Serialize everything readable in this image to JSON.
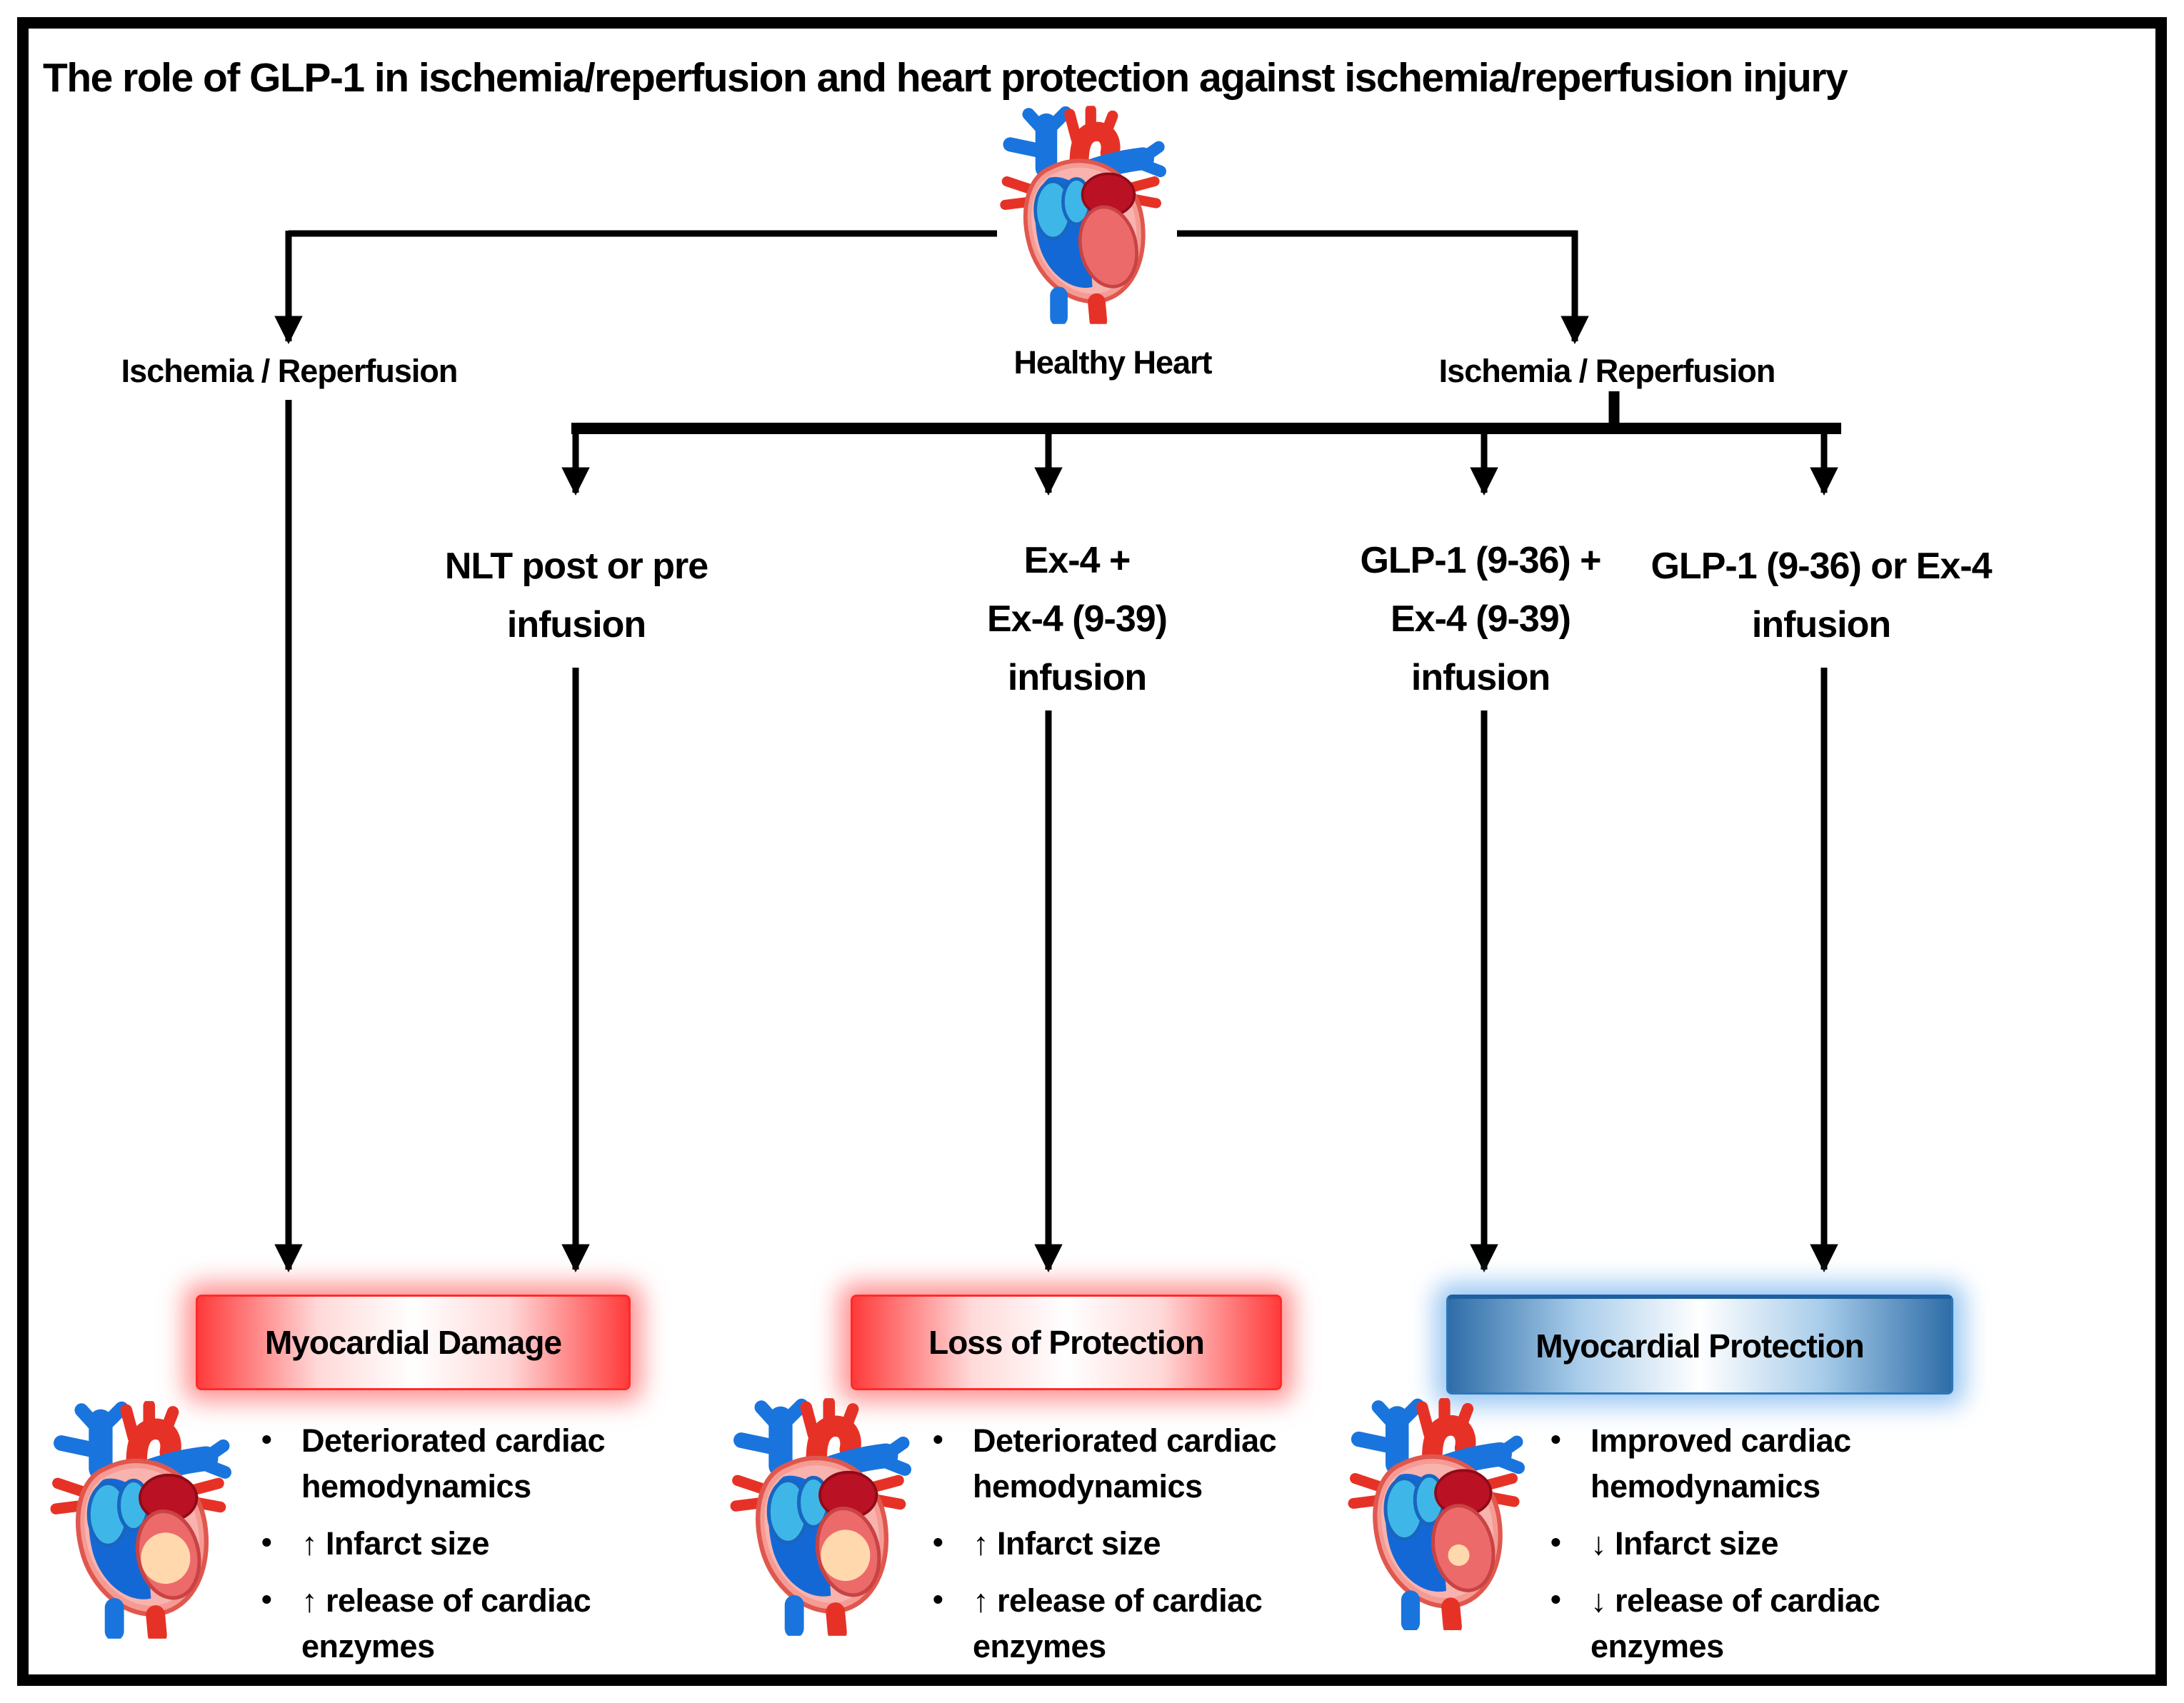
{
  "figure": {
    "title": "The role of GLP-1  in ischemia/reperfusion and heart protection against ischemia/reperfusion injury"
  },
  "top": {
    "healthy_heart_label": "Healthy Heart",
    "left_condition_label": "Ischemia / Reperfusion",
    "right_condition_label": "Ischemia / Reperfusion"
  },
  "treatments": [
    {
      "lines": [
        "NLT post or pre",
        "infusion"
      ]
    },
    {
      "lines": [
        "Ex-4 +",
        "Ex-4 (9-39)",
        "infusion"
      ]
    },
    {
      "lines": [
        "GLP-1 (9-36) +",
        "Ex-4 (9-39)",
        "infusion"
      ]
    },
    {
      "lines": [
        "GLP-1 (9-36) or Ex-4",
        "infusion"
      ]
    }
  ],
  "outcomes": [
    {
      "label": "Myocardial Damage",
      "theme": "red",
      "bullets": [
        "Deteriorated cardiac hemodynamics",
        "↑ Infarct size",
        "↑ release of cardiac enzymes"
      ]
    },
    {
      "label": "Loss of Protection",
      "theme": "red",
      "bullets": [
        "Deteriorated cardiac hemodynamics",
        "↑ Infarct size",
        "↑ release of cardiac enzymes"
      ]
    },
    {
      "label": "Myocardial Protection",
      "theme": "blue",
      "bullets": [
        "Improved cardiac hemodynamics",
        "↓ Infarct size",
        "↓ release of cardiac enzymes"
      ]
    }
  ],
  "colors": {
    "damage_red": "#ff3b3b",
    "protection_blue": "#2e77b8",
    "line_black": "#000000",
    "infarct_peach": "#ffd9ad"
  }
}
